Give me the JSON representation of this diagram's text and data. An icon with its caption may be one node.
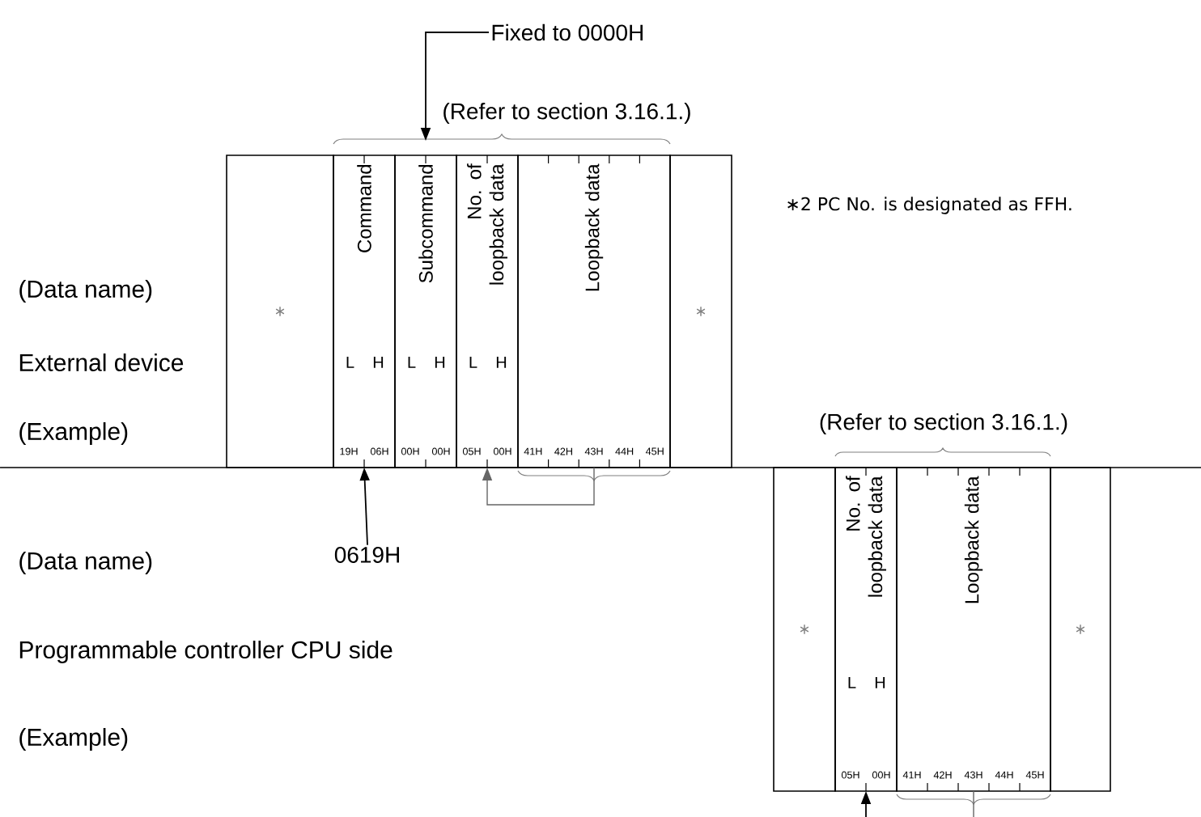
{
  "diagram": {
    "nodes": [
      {
        "text": [
          "∗"
        ]
      },
      {
        "text": [
          "Command",
          "L",
          "H",
          "19H",
          "06H"
        ]
      },
      {
        "text": [
          "Subcommand",
          "L",
          "H",
          "00H",
          "00H"
        ]
      },
      {
        "text": [
          "No. of loopback data",
          "L",
          "H",
          "05H",
          "00H"
        ]
      },
      {
        "text": [
          "Loopback data",
          "41H",
          "42H",
          "43H",
          "44H",
          "45H"
        ]
      },
      {
        "text": [
          "∗"
        ]
      },
      {
        "text": [
          "Fixed to 0000H"
        ]
      },
      {
        "text": [
          "0619H"
        ]
      },
      {
        "text": [
          "∗"
        ]
      },
      {
        "text": [
          "No. of loopback data",
          "L",
          "H",
          "05H",
          "00H"
        ]
      },
      {
        "text": [
          "Loopback data",
          "41H",
          "42H",
          "43H",
          "44H",
          "45H"
        ]
      },
      {
        "text": [
          "∗"
        ]
      }
    ],
    "edges": [
      {
        "from": 6,
        "to": 2,
        "arrow": "to"
      },
      {
        "from": 7,
        "to": 1,
        "arrow": "to"
      },
      {
        "from": 4,
        "to": 3,
        "arrow": "to",
        "color": "#666666"
      },
      {
        "from": null,
        "to": 9,
        "arrow": "to"
      },
      {
        "from": 10,
        "to": null,
        "arrow": "none",
        "color": "#666666"
      }
    ],
    "labels": [
      "(Refer to section 3.16.1.)",
      "∗2 PC No. is designated as FFH.",
      "(Data name)",
      "External device",
      "(Refer to section 3.16.1.)",
      "(Example)",
      "(Data name)",
      "Programmable controller CPU side",
      "(Example)"
    ]
  }
}
